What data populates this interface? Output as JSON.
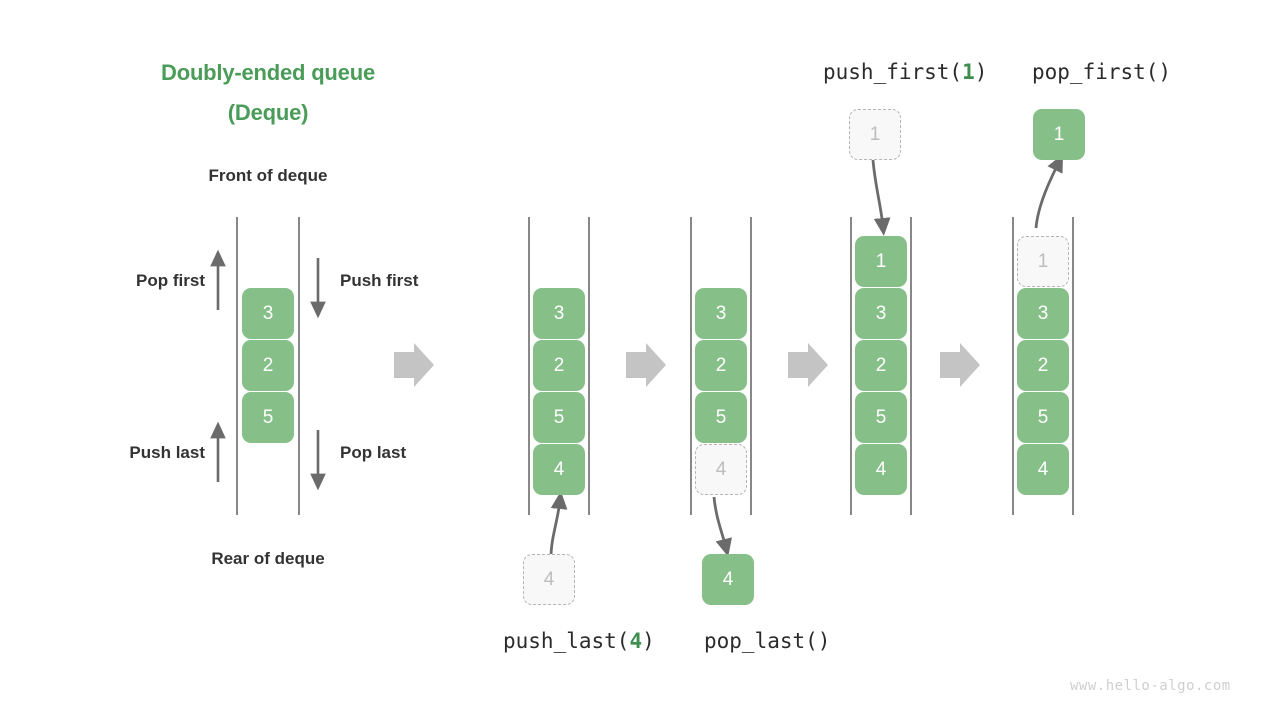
{
  "meta": {
    "watermark": "www.hello-algo.com"
  },
  "overview": {
    "title_line1": "Doubly-ended queue",
    "title_line2": "(Deque)",
    "front_label": "Front of deque",
    "rear_label": "Rear of deque",
    "pop_first_label": "Pop first",
    "push_first_label": "Push first",
    "push_last_label": "Push last",
    "pop_last_label": "Pop last",
    "cells": [
      "3",
      "2",
      "5"
    ]
  },
  "operations": {
    "push_last": {
      "name": "push_last(",
      "arg": "4",
      "close": ")"
    },
    "pop_last": {
      "name": "pop_last()"
    },
    "push_first": {
      "name": "push_first(",
      "arg": "1",
      "close": ")"
    },
    "pop_first": {
      "name": "pop_first()"
    }
  },
  "panels": {
    "panel2": {
      "cells": [
        "3",
        "2",
        "5",
        "4"
      ],
      "incoming_cell": "4"
    },
    "panel3": {
      "cells": [
        "3",
        "2",
        "5"
      ],
      "ghost_cell": "4",
      "outgoing_cell": "4"
    },
    "panel4": {
      "cells": [
        "1",
        "3",
        "2",
        "5",
        "4"
      ],
      "incoming_cell": "1"
    },
    "panel5": {
      "ghost_cell": "1",
      "cells": [
        "3",
        "2",
        "5",
        "4"
      ],
      "outgoing_cell": "1"
    }
  },
  "colors": {
    "accent_green": "#4a9c58",
    "cell_green": "#86c088",
    "ghost_grey": "#b5b5b5",
    "arrow_grey": "#c4c4c4",
    "rail_grey": "#555555",
    "label_dark": "#333333",
    "watermark_grey": "#cfcfcf"
  }
}
